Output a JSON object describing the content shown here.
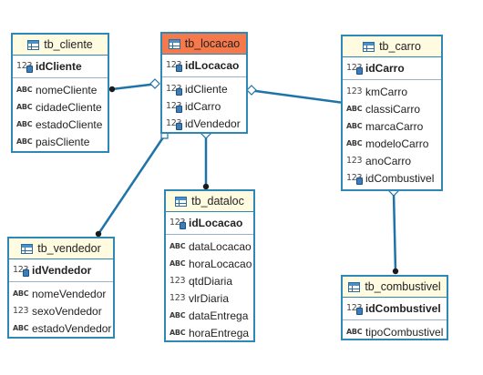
{
  "tables": {
    "tb_cliente": {
      "name": "tb_cliente",
      "pk": {
        "name": "idCliente",
        "type": "123"
      },
      "columns": [
        {
          "name": "nomeCliente",
          "type": "ABC"
        },
        {
          "name": "cidadeCliente",
          "type": "ABC"
        },
        {
          "name": "estadoCliente",
          "type": "ABC"
        },
        {
          "name": "paisCliente",
          "type": "ABC"
        }
      ]
    },
    "tb_locacao": {
      "name": "tb_locacao",
      "pk": {
        "name": "idLocacao",
        "type": "123"
      },
      "columns": [
        {
          "name": "idCliente",
          "type": "123"
        },
        {
          "name": "idCarro",
          "type": "123"
        },
        {
          "name": "idVendedor",
          "type": "123"
        }
      ]
    },
    "tb_carro": {
      "name": "tb_carro",
      "pk": {
        "name": "idCarro",
        "type": "123"
      },
      "columns": [
        {
          "name": "kmCarro",
          "type": "123"
        },
        {
          "name": "classiCarro",
          "type": "ABC"
        },
        {
          "name": "marcaCarro",
          "type": "ABC"
        },
        {
          "name": "modeloCarro",
          "type": "ABC"
        },
        {
          "name": "anoCarro",
          "type": "123"
        },
        {
          "name": "idCombustivel",
          "type": "123"
        }
      ]
    },
    "tb_dataloc": {
      "name": "tb_dataloc",
      "pk": {
        "name": "idLocacao",
        "type": "123"
      },
      "columns": [
        {
          "name": "dataLocacao",
          "type": "ABC"
        },
        {
          "name": "horaLocacao",
          "type": "ABC"
        },
        {
          "name": "qtdDiaria",
          "type": "123"
        },
        {
          "name": "vlrDiaria",
          "type": "123"
        },
        {
          "name": "dataEntrega",
          "type": "ABC"
        },
        {
          "name": "horaEntrega",
          "type": "ABC"
        }
      ]
    },
    "tb_vendedor": {
      "name": "tb_vendedor",
      "pk": {
        "name": "idVendedor",
        "type": "123"
      },
      "columns": [
        {
          "name": "nomeVendedor",
          "type": "ABC"
        },
        {
          "name": "sexoVendedor",
          "type": "123"
        },
        {
          "name": "estadoVendedor",
          "type": "ABC"
        }
      ]
    },
    "tb_combustivel": {
      "name": "tb_combustivel",
      "pk": {
        "name": "idCombustivel",
        "type": "123"
      },
      "columns": [
        {
          "name": "tipoCombustivel",
          "type": "ABC"
        }
      ]
    }
  },
  "colors": {
    "border": "#2e88b5",
    "header": "#fffbe0",
    "selected_header": "#f5794a",
    "connector": "#1e73a8"
  },
  "icons": {
    "table": "table-icon",
    "numeric": "numeric-column-icon",
    "text": "text-column-icon",
    "key": "key-icon"
  }
}
